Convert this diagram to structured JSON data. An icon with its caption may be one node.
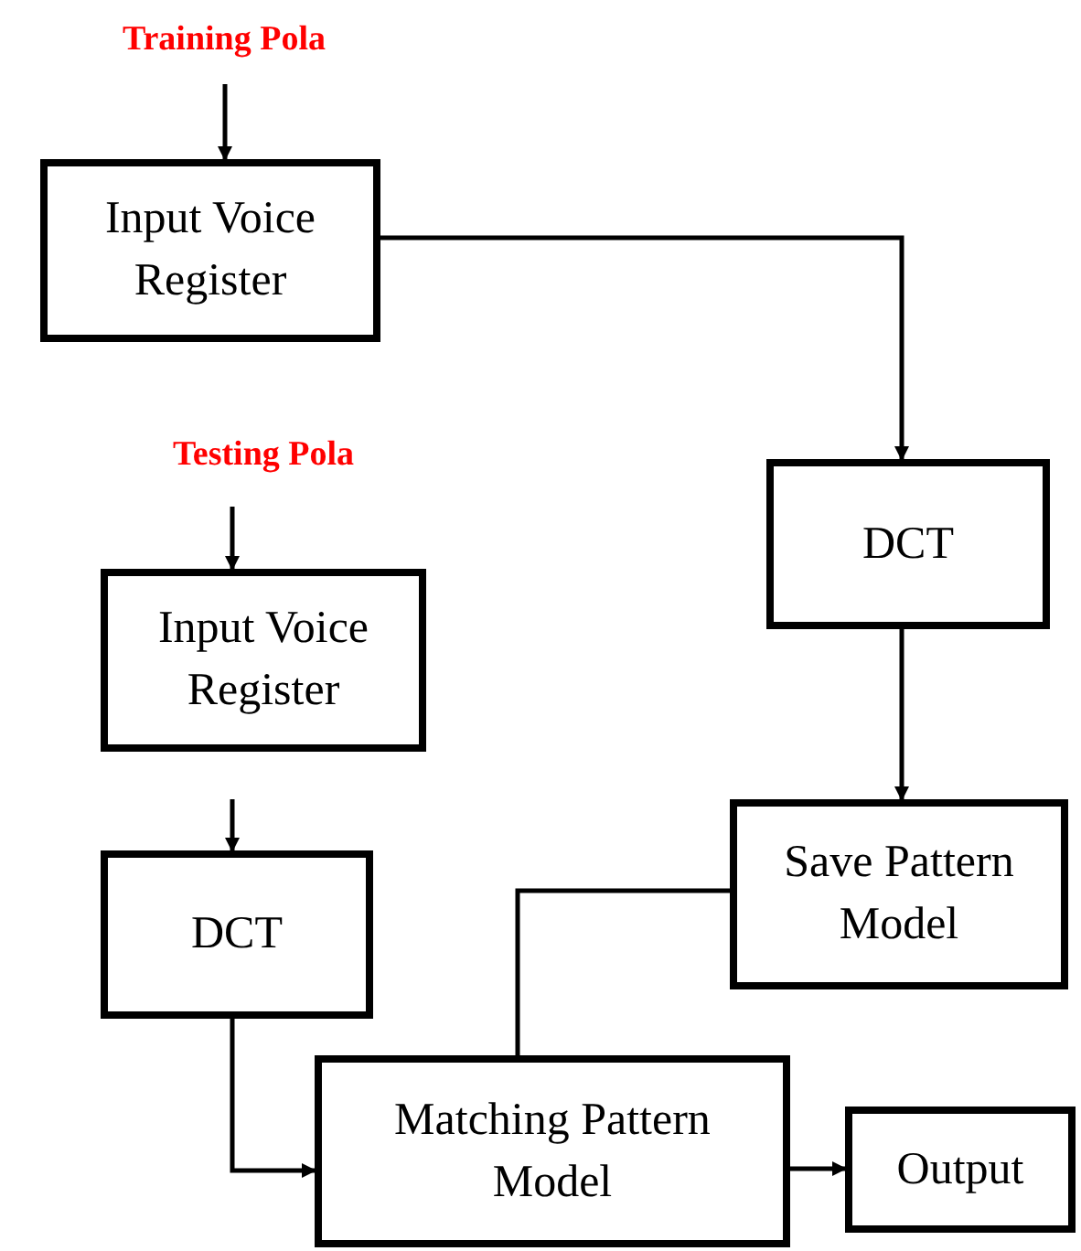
{
  "diagram": {
    "nodes": [
      {
        "text": [
          "Training Pola"
        ]
      },
      {
        "text": [
          "Input Voice Register"
        ]
      },
      {
        "text": [
          "Testing Pola"
        ]
      },
      {
        "text": [
          "Input Voice Register"
        ]
      },
      {
        "text": [
          "DCT"
        ]
      },
      {
        "text": [
          "DCT"
        ]
      },
      {
        "text": [
          "Save Pattern Model"
        ]
      },
      {
        "text": [
          "Matching Pattern Model"
        ]
      },
      {
        "text": [
          "Output"
        ]
      }
    ],
    "edges": [
      {
        "from": 0,
        "to": 1,
        "arrow": "to"
      },
      {
        "from": 1,
        "to": 4,
        "arrow": "to"
      },
      {
        "from": 2,
        "to": 3,
        "arrow": "to"
      },
      {
        "from": 3,
        "to": 5,
        "arrow": "to"
      },
      {
        "from": 4,
        "to": 6,
        "arrow": "to"
      },
      {
        "from": 5,
        "to": 7,
        "arrow": "to"
      },
      {
        "from": 6,
        "to": 7,
        "arrow": "none"
      },
      {
        "from": 7,
        "to": 8,
        "arrow": "to"
      }
    ]
  }
}
